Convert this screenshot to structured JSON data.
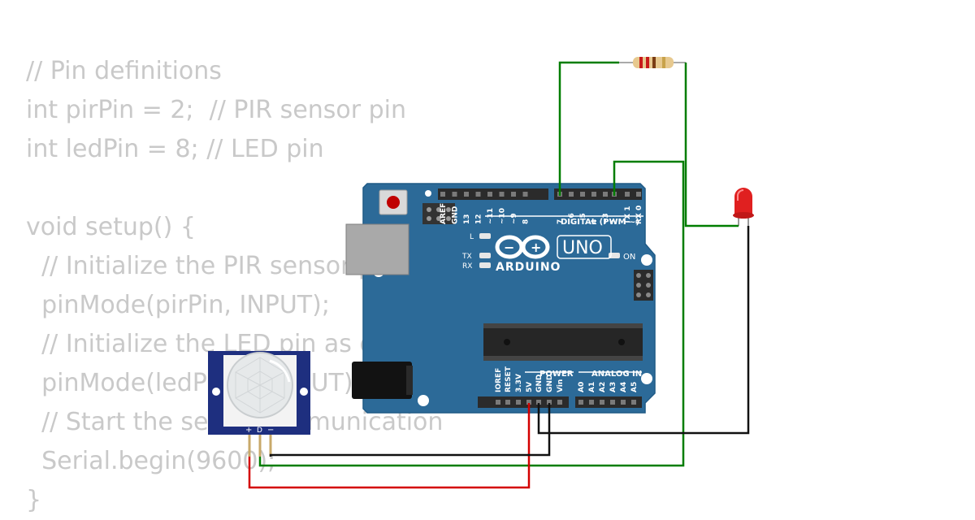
{
  "code_lines": [
    "// Pin definitions",
    "int pirPin = 2;  // PIR sensor pin",
    "int ledPin = 8; // LED pin",
    "",
    "void setup() {",
    "  // Initialize the PIR sensor pin",
    "  pinMode(pirPin, INPUT);",
    "  // Initialize the LED pin as output",
    "  pinMode(ledPin, OUTPUT);",
    "  // Start the serial communication",
    "  Serial.begin(9600);",
    "}"
  ],
  "board": {
    "brand": "ARDUINO",
    "model": "UNO",
    "digital_header_label": "DIGITAL (PWM ~)",
    "power_label": "POWER",
    "analog_label": "ANALOG IN",
    "on_label": "ON",
    "led_l_label": "L",
    "tx_label": "TX",
    "rx_label": "RX",
    "digital_pins": [
      "AREF",
      "GND",
      "13",
      "12",
      "~11",
      "~10",
      "~9",
      "8",
      "7",
      "~6",
      "~5",
      "4",
      "~3",
      "2",
      "TX 1",
      "RX 0"
    ],
    "power_pins": [
      "IOREF",
      "RESET",
      "3.3V",
      "5V",
      "GND",
      "GND",
      "Vin"
    ],
    "analog_pins": [
      "A0",
      "A1",
      "A2",
      "A3",
      "A4",
      "A5"
    ],
    "color": "#2c6a98"
  },
  "pir_sensor": {
    "pin_labels": [
      "+",
      "D",
      "−"
    ],
    "color": "#1e2f7f"
  },
  "led": {
    "color": "#e02020"
  },
  "wire_colors": {
    "signal": "#007d00",
    "power": "#d40000",
    "ground": "#111111"
  }
}
